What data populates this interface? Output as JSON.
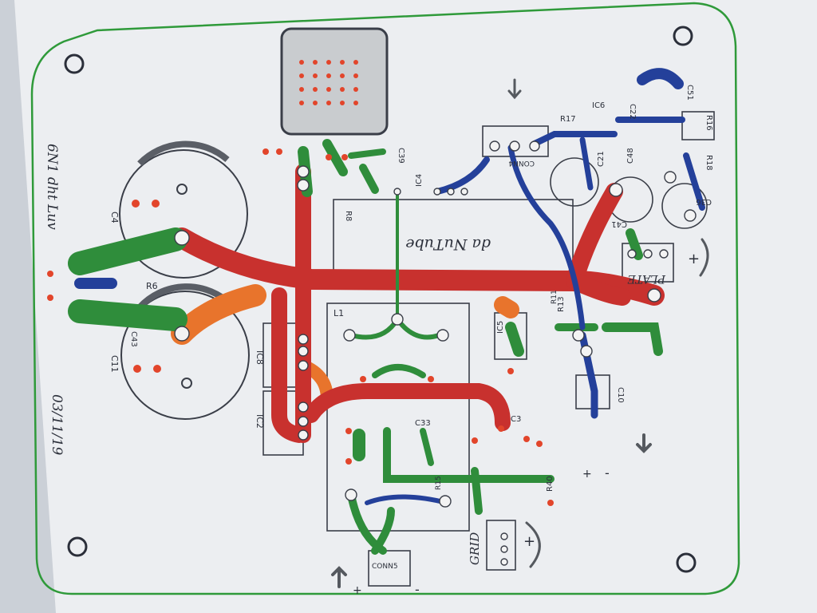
{
  "board": {
    "title": "6N1 dht Luv",
    "date": "03/11/19",
    "module_label": "da NuTube",
    "grid_label": "GRID",
    "plate_label": "PLATE",
    "plus_sign": "+",
    "minus_sign": "-"
  },
  "components": [
    {
      "id": "c4",
      "text": "C4"
    },
    {
      "id": "c11",
      "text": "C11"
    },
    {
      "id": "c43",
      "text": "C43"
    },
    {
      "id": "r6",
      "text": "R6"
    },
    {
      "id": "ic8",
      "text": "IC8"
    },
    {
      "id": "ic2",
      "text": "IC2"
    },
    {
      "id": "l1",
      "text": "L1"
    },
    {
      "id": "c33",
      "text": "C33"
    },
    {
      "id": "r8",
      "text": "R8"
    },
    {
      "id": "c39",
      "text": "C39"
    },
    {
      "id": "ic4",
      "text": "IC4"
    },
    {
      "id": "conn4",
      "text": "CONN4"
    },
    {
      "id": "r17",
      "text": "R17"
    },
    {
      "id": "ic6",
      "text": "IC6"
    },
    {
      "id": "c22",
      "text": "C22"
    },
    {
      "id": "c51",
      "text": "C51"
    },
    {
      "id": "r16",
      "text": "R16"
    },
    {
      "id": "r18",
      "text": "R18"
    },
    {
      "id": "c48",
      "text": "C48"
    },
    {
      "id": "c21",
      "text": "C21"
    },
    {
      "id": "c36",
      "text": "C36"
    },
    {
      "id": "c41",
      "text": "C41"
    },
    {
      "id": "r13",
      "text": "R13"
    },
    {
      "id": "r11",
      "text": "R11"
    },
    {
      "id": "c10",
      "text": "C10"
    },
    {
      "id": "c3",
      "text": "C3"
    },
    {
      "id": "r40",
      "text": "R40"
    },
    {
      "id": "r15",
      "text": "R15"
    },
    {
      "id": "conn5",
      "text": "CONN5"
    },
    {
      "id": "ic5",
      "text": "IC5"
    }
  ],
  "colors": {
    "paper": "#eef0f3",
    "outline_green": "#2f9a3a",
    "trace_red": "#c8312e",
    "trace_orange": "#e8742c",
    "trace_green": "#2f8d3b",
    "trace_blue": "#24409a",
    "pad": "#f3f3f3",
    "pad_hole": "#e2452b"
  }
}
